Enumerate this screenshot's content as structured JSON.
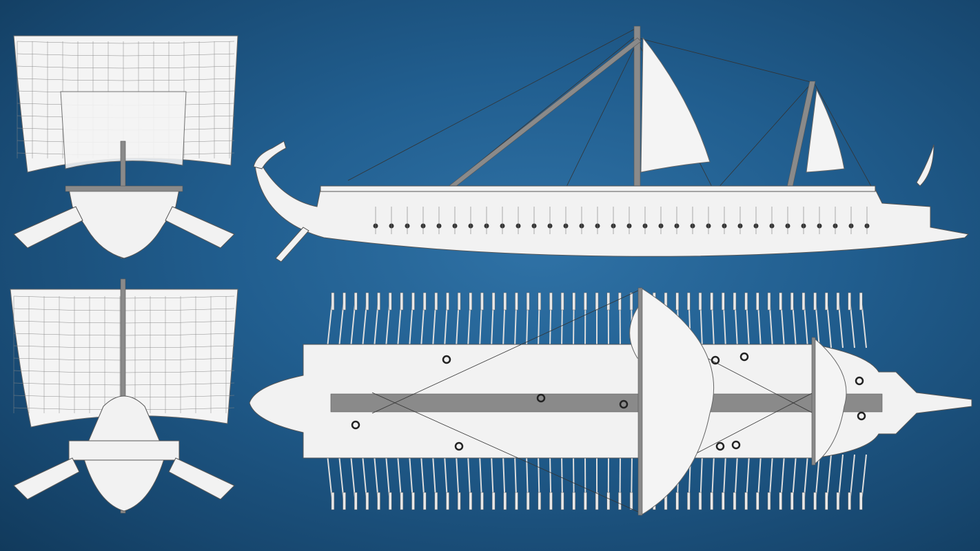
{
  "colors": {
    "background_center": "#2f72a6",
    "background_edge": "#113a5c",
    "model_surface": "#f2f2f2",
    "wireframe": "#555555"
  },
  "views": [
    {
      "id": "front",
      "icon": "ship-front-view"
    },
    {
      "id": "side",
      "icon": "ship-side-view"
    },
    {
      "id": "back",
      "icon": "ship-back-view"
    },
    {
      "id": "top",
      "icon": "ship-top-view"
    }
  ]
}
